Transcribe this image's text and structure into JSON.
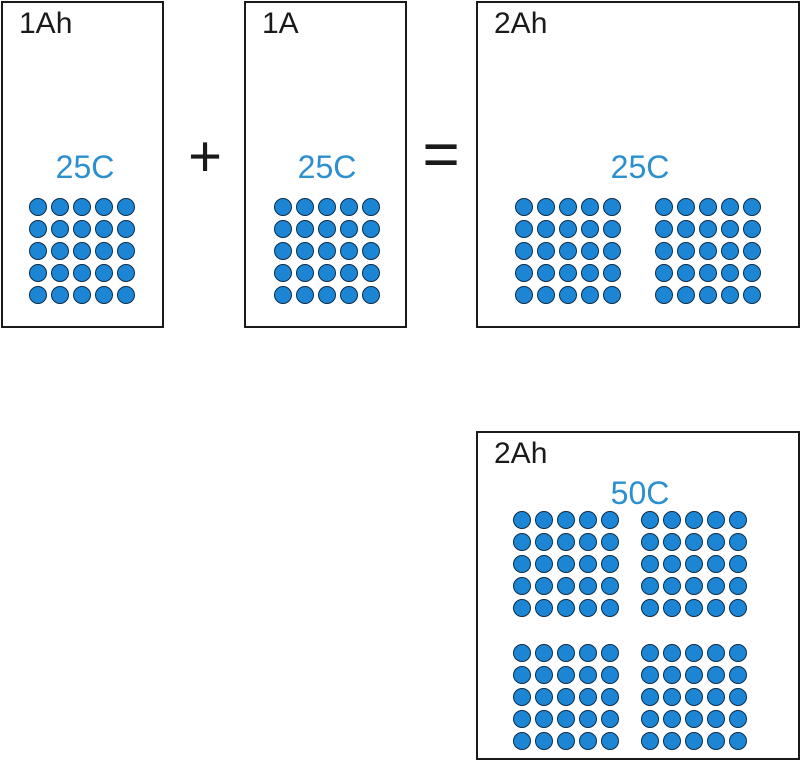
{
  "colors": {
    "cell_fill": "#1d86d4",
    "cell_stroke": "#0b2c4a",
    "rate_text": "#2b8fd0",
    "border": "#1a1a1a"
  },
  "operators": {
    "plus": "+",
    "equals": "="
  },
  "boxes": [
    {
      "id": "box-1ah",
      "capacity": "1Ah",
      "rate": "25C",
      "grids": 1,
      "rows": 5,
      "cols": 5
    },
    {
      "id": "box-1a",
      "capacity": "1A",
      "rate": "25C",
      "grids": 1,
      "rows": 5,
      "cols": 5
    },
    {
      "id": "box-2ah-parallel",
      "capacity": "2Ah",
      "rate": "25C",
      "grids": 2,
      "rows": 5,
      "cols": 5
    },
    {
      "id": "box-2ah-dense",
      "capacity": "2Ah",
      "rate": "50C",
      "grids": 4,
      "rows": 5,
      "cols": 5
    }
  ]
}
